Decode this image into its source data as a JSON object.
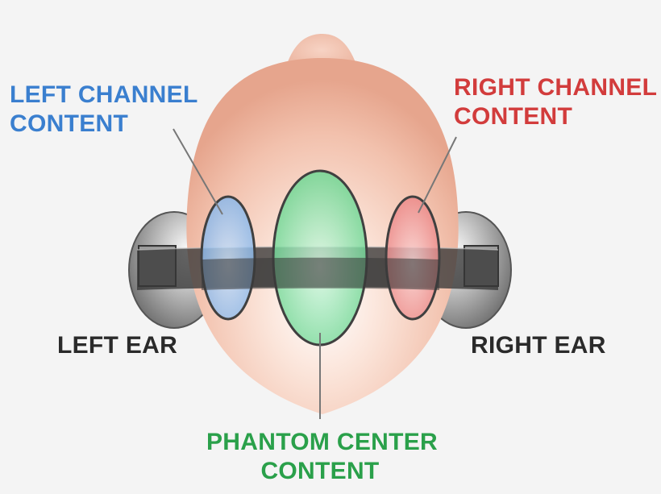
{
  "labels": {
    "left_channel": [
      "LEFT CHANNEL",
      "CONTENT"
    ],
    "right_channel": [
      "RIGHT CHANNEL",
      "CONTENT"
    ],
    "left_ear": "LEFT EAR",
    "right_ear": "RIGHT EAR",
    "phantom_center": [
      "PHANTOM CENTER",
      "CONTENT"
    ]
  },
  "colors": {
    "left_channel": "#3a7fcf",
    "right_channel": "#d23c3c",
    "phantom_center": "#2aa04a",
    "ear_label": "#2a2a2a",
    "skin": "#f2c2ae"
  }
}
